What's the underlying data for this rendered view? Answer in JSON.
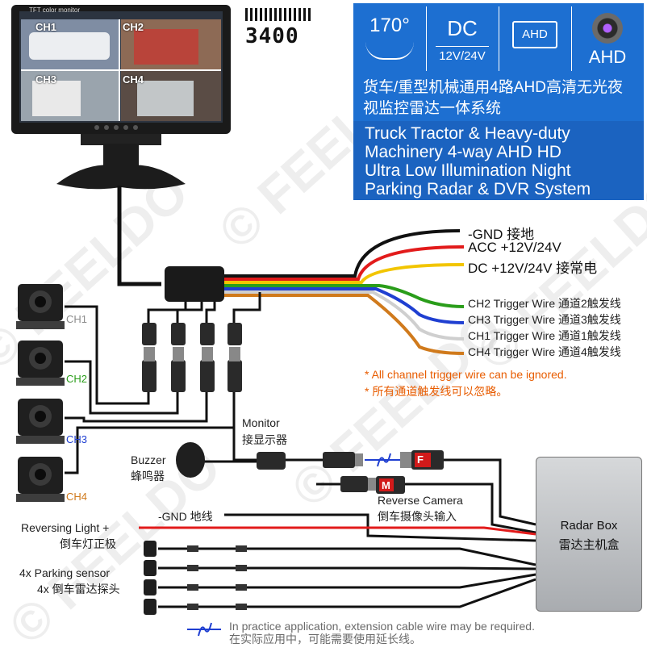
{
  "monitor": {
    "screen_label": "TFT color monitor",
    "channels": [
      "CH1",
      "CH2",
      "CH3",
      "CH4"
    ]
  },
  "model_number": "3400",
  "features": {
    "angle": "170°",
    "power_type": "DC",
    "power_voltage": "12V/24V",
    "ahd_box": "AHD",
    "camera_label": "AHD"
  },
  "title_cn": "货车/重型机械通用4路AHD高清无光夜视监控雷达一体系统",
  "title_en": [
    "Truck Tractor & Heavy-duty",
    "Machinery 4-way AHD HD",
    "Ultra Low Illumination Night",
    "Parking Radar & DVR System"
  ],
  "power_wires": [
    {
      "label": "-GND 接地",
      "color": "#111111"
    },
    {
      "label": "ACC +12V/24V",
      "color": "#e21b1b"
    },
    {
      "label": "DC +12V/24V 接常电",
      "color": "#f2c500"
    }
  ],
  "trigger_wires": [
    {
      "label": "CH2 Trigger Wire 通道2触发线",
      "color": "#2a9d1a"
    },
    {
      "label": "CH3 Trigger Wire 通道3触发线",
      "color": "#1f3fd1"
    },
    {
      "label": "CH1 Trigger Wire 通道1触发线",
      "color": "#cfcfcf"
    },
    {
      "label": "CH4 Trigger Wire 通道4触发线",
      "color": "#d07a1c"
    }
  ],
  "notes": [
    "* All channel trigger wire can be ignored.",
    "* 所有通道触发线可以忽略。"
  ],
  "cameras": [
    {
      "label": "CH1",
      "color": "#8c8c8c"
    },
    {
      "label": "CH2",
      "color": "#2a9d1a"
    },
    {
      "label": "CH3",
      "color": "#1f3fd1"
    },
    {
      "label": "CH4",
      "color": "#d07a1c"
    }
  ],
  "monitor_connector": {
    "en": "Monitor",
    "cn": "接显示器"
  },
  "buzzer": {
    "en": "Buzzer",
    "cn": "蜂鸣器"
  },
  "connector_f": "F",
  "connector_m": "M",
  "reverse_camera": {
    "en": "Reverse Camera",
    "cn": "倒车摄像头输入"
  },
  "gnd_wire": "-GND 地线",
  "reversing_light": {
    "en": "Reversing Light +",
    "cn": "倒车灯正极"
  },
  "parking_sensor": {
    "en": "4x Parking sensor",
    "cn": "4x 倒车雷达探头"
  },
  "radar_box": {
    "en": "Radar Box",
    "cn": "雷达主机盒"
  },
  "footer": {
    "en": "In practice application, extension cable wire may be required.",
    "cn": "在实际应用中，可能需要使用延长线。"
  },
  "watermark": "© FEELDO"
}
